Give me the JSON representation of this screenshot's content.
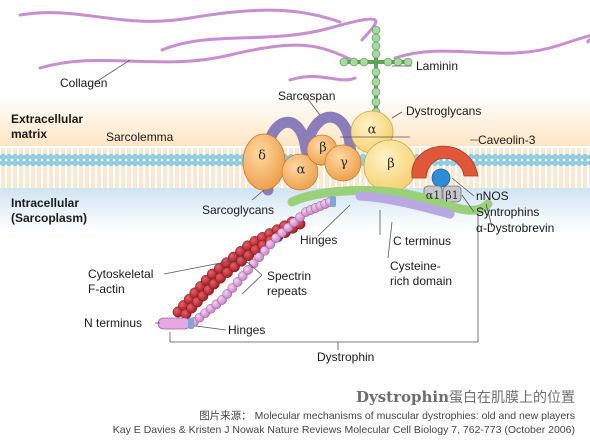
{
  "labels": {
    "collagen": "Collagen",
    "laminin": "Laminin",
    "extracellular_line1": "Extracellular",
    "extracellular_line2": "matrix",
    "sarcolemma": "Sarcolemma",
    "intracellular_line1": "Intracellular",
    "intracellular_line2": "(Sarcoplasm)",
    "sarcospan": "Sarcospan",
    "dystroglycans": "Dystroglycans",
    "caveolin": "Caveolin-3",
    "nnos": "nNOS",
    "syntrophins": "Syntrophins",
    "dystrobrevin": "α-Dystrobrevin",
    "sarcoglycans": "Sarcoglycans",
    "hinges_top": "Hinges",
    "c_terminus": "C terminus",
    "cysteine_line1": "Cysteine-",
    "cysteine_line2": "rich domain",
    "cytoskeletal_line1": "Cytoskeletal",
    "cytoskeletal_line2": "F-actin",
    "spectrin_line1": "Spectrin",
    "spectrin_line2": "repeats",
    "n_terminus": "N terminus",
    "hinges_bottom": "Hinges",
    "dystrophin": "Dystrophin"
  },
  "glyphs": {
    "sg_delta": "δ",
    "sg_alpha": "α",
    "sg_beta": "β",
    "sg_gamma": "γ",
    "dg_alpha": "α",
    "dg_beta": "β",
    "syn_alpha1": "α1",
    "syn_beta1": "β1"
  },
  "title": {
    "main": "Dystrophin",
    "cn": "蛋白在肌膜上的位置"
  },
  "caption": {
    "line1": "图片来源： Molecular mechanisms of muscular dystrophies: old and new players",
    "line2": "Kay E Davies & Kristen J Nowak Nature Reviews Molecular Cell Biology 7, 762-773 (October 2006)"
  },
  "colors": {
    "membrane_head": "#8fd0e8",
    "extracellular_band": "#fdebd0",
    "intracellular_band": "#dceaf5",
    "sarcoglycan": "#f5b46a",
    "dystroglycan": "#fbe19c",
    "sarcospan": "#9b8fc4",
    "caveolin": "#e0573a",
    "actin": "#c1272d",
    "spectrin": "#d79bd6",
    "dystrobrevin": "#9ad07a",
    "collagen": "#c78fd2",
    "laminin": "#7fbf7a"
  }
}
